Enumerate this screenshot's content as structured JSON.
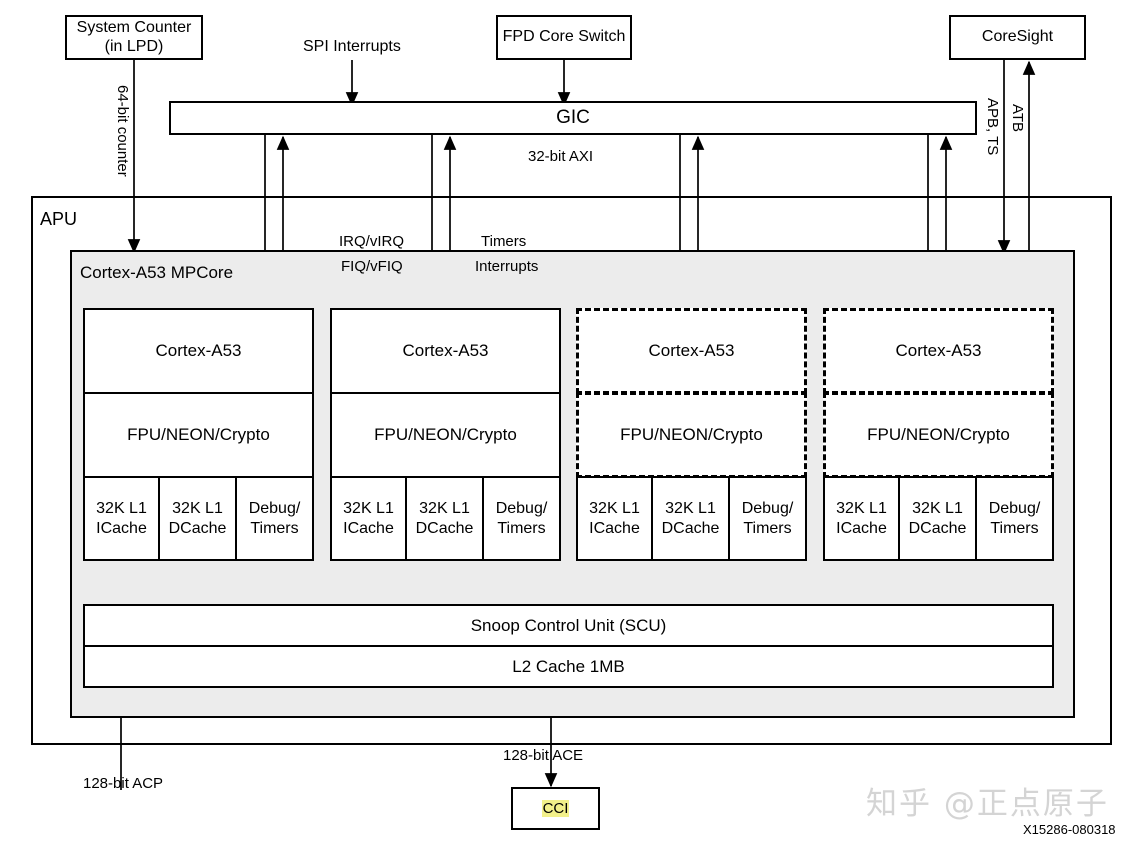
{
  "diagram": {
    "figure_id": "X15286-080318",
    "watermark": "知乎 @正点原子",
    "apu_label": "APU",
    "mpcore_label": "Cortex-A53 MPCore"
  },
  "top_blocks": [
    {
      "name": "system-counter",
      "line1": "System Counter",
      "line2": "(in LPD)"
    },
    {
      "name": "fpd-core-switch",
      "line1": "FPD Core Switch",
      "line2": ""
    },
    {
      "name": "coresight",
      "line1": "CoreSight",
      "line2": ""
    }
  ],
  "gic": {
    "label": "GIC",
    "bus_label": "32-bit AXI"
  },
  "connection_labels": {
    "spi_interrupts": "SPI Interrupts",
    "counter": "64-bit counter",
    "apb_ts": "APB, TS",
    "atb": "ATB",
    "irq": "IRQ/vIRQ",
    "fiq": "FIQ/vFIQ",
    "timers": "Timers",
    "interrupts": "Interrupts",
    "acp": "128-bit ACP",
    "ace": "128-bit  ACE"
  },
  "cores": [
    {
      "name": "core-0",
      "title": "Cortex-A53",
      "fpu": "FPU/NEON/Crypto",
      "dashed": false,
      "caches": [
        {
          "l1": "32K L1",
          "l2": "ICache"
        },
        {
          "l1": "32K L1",
          "l2": "DCache"
        },
        {
          "l1": "Debug/",
          "l2": "Timers"
        }
      ]
    },
    {
      "name": "core-1",
      "title": "Cortex-A53",
      "fpu": "FPU/NEON/Crypto",
      "dashed": false,
      "caches": [
        {
          "l1": "32K L1",
          "l2": "ICache"
        },
        {
          "l1": "32K L1",
          "l2": "DCache"
        },
        {
          "l1": "Debug/",
          "l2": "Timers"
        }
      ]
    },
    {
      "name": "core-2",
      "title": "Cortex-A53",
      "fpu": "FPU/NEON/Crypto",
      "dashed": true,
      "caches": [
        {
          "l1": "32K L1",
          "l2": "ICache"
        },
        {
          "l1": "32K L1",
          "l2": "DCache"
        },
        {
          "l1": "Debug/",
          "l2": "Timers"
        }
      ]
    },
    {
      "name": "core-3",
      "title": "Cortex-A53",
      "fpu": "FPU/NEON/Crypto",
      "dashed": true,
      "caches": [
        {
          "l1": "32K L1",
          "l2": "ICache"
        },
        {
          "l1": "32K L1",
          "l2": "DCache"
        },
        {
          "l1": "Debug/",
          "l2": "Timers"
        }
      ]
    }
  ],
  "shared": {
    "scu": "Snoop Control Unit (SCU)",
    "l2cache": "L2 Cache 1MB"
  },
  "cci": {
    "label": "CCI"
  },
  "colors": {
    "stroke": "#000000",
    "mpcore_fill": "#ececec",
    "highlight": "#f2f08a",
    "watermark": "#d4d4d4"
  }
}
